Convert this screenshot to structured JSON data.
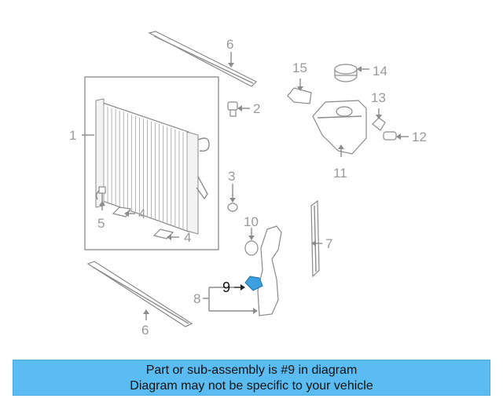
{
  "callouts": {
    "c1": "1",
    "c2": "2",
    "c3": "3",
    "c4a": "4",
    "c4b": "4",
    "c5": "5",
    "c6a": "6",
    "c6b": "6",
    "c7": "7",
    "c8": "8",
    "c9": "9",
    "c10": "10",
    "c11": "11",
    "c12": "12",
    "c13": "13",
    "c14": "14",
    "c15": "15"
  },
  "highlight": {
    "part_number": "9",
    "color": "#3b9fe0"
  },
  "banner": {
    "line1": "Part or sub-assembly is #9 in diagram",
    "line2": "Diagram may not be specific to your vehicle",
    "background": "#5bbcf1"
  }
}
